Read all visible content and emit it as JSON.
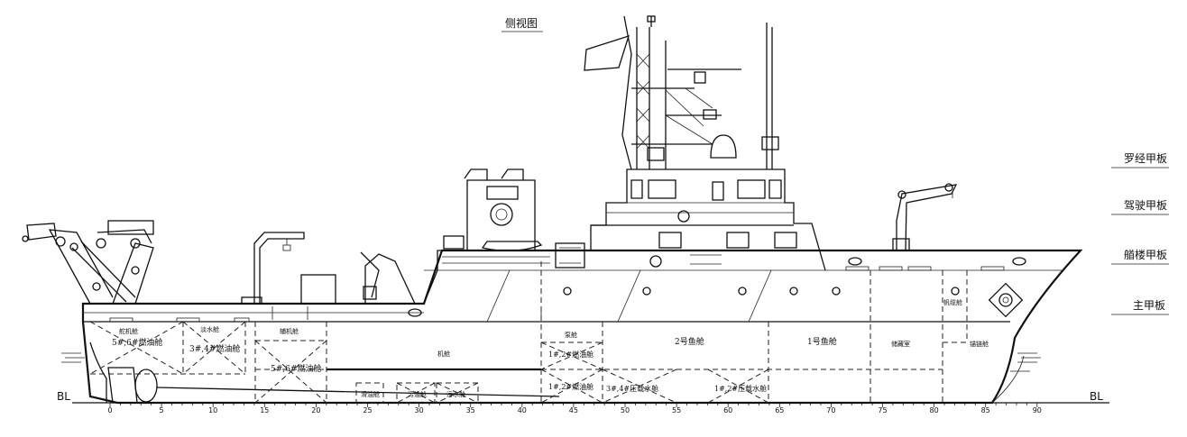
{
  "title": "侧视图",
  "baseline_label": "BL",
  "decks": [
    {
      "id": "compass",
      "label": "罗经甲板"
    },
    {
      "id": "bridge",
      "label": "驾驶甲板"
    },
    {
      "id": "upper",
      "label": "艏楼甲板"
    },
    {
      "id": "main",
      "label": "主甲板"
    }
  ],
  "frames": [
    "0",
    "5",
    "10",
    "15",
    "20",
    "25",
    "30",
    "35",
    "40",
    "45",
    "50",
    "55",
    "60",
    "65",
    "70",
    "75",
    "80",
    "85",
    "90"
  ],
  "compartments": [
    {
      "id": "steer",
      "label": "舵机舱"
    },
    {
      "id": "tank56",
      "label": "5#,6#燃油舱"
    },
    {
      "id": "tank34",
      "label": "3#,4#燃油舱"
    },
    {
      "id": "water",
      "label": "淡水舱"
    },
    {
      "id": "aux",
      "label": "辅机舱"
    },
    {
      "id": "fuel56",
      "label": "5#,6#燃油舱"
    },
    {
      "id": "engine",
      "label": "机舱"
    },
    {
      "id": "tank12a",
      "label": "1#,2#燃油舱"
    },
    {
      "id": "pump",
      "label": "泵舱"
    },
    {
      "id": "hold2",
      "label": "2号鱼舱"
    },
    {
      "id": "hold1",
      "label": "1号鱼舱"
    },
    {
      "id": "store",
      "label": "储藏室"
    },
    {
      "id": "chain",
      "label": "锚链舱"
    },
    {
      "id": "bosun",
      "label": "帆缆舱"
    },
    {
      "id": "bt1",
      "label": "滑油舱"
    },
    {
      "id": "bt2",
      "label": "污油舱"
    },
    {
      "id": "bt3",
      "label": "污水舱"
    },
    {
      "id": "tank12b",
      "label": "1#,2#燃油舱"
    },
    {
      "id": "tank34b",
      "label": "3#,4#压载水舱"
    },
    {
      "id": "tank12c",
      "label": "1#,2#压载水舱"
    }
  ]
}
